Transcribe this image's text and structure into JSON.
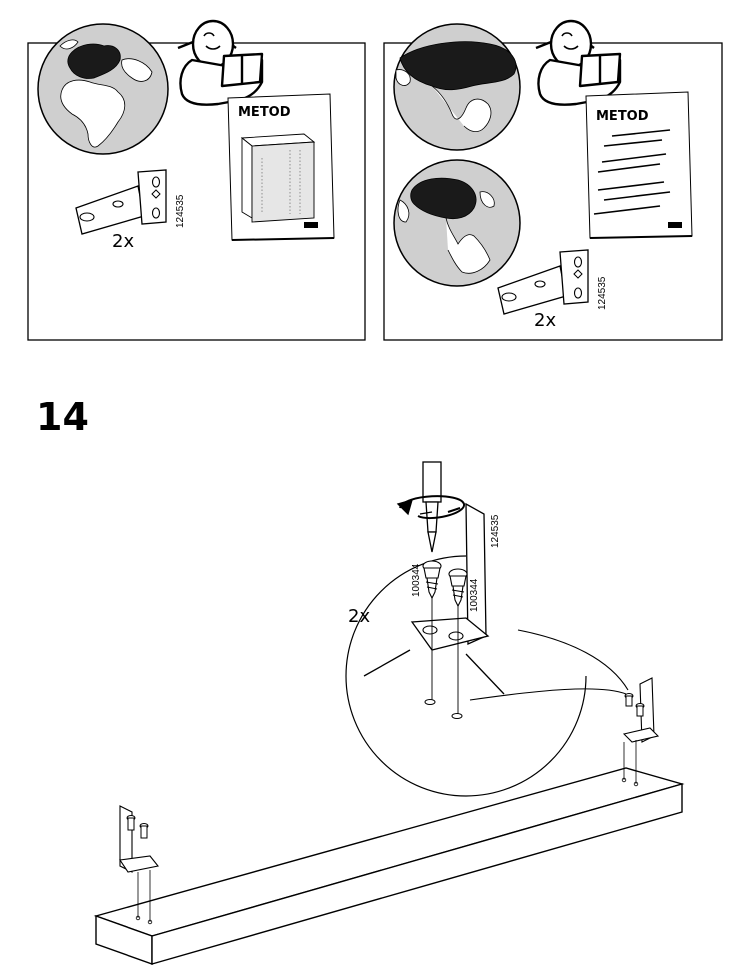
{
  "panels": [
    {
      "manual_title": "METOD",
      "part_number": "124535",
      "quantity": "2x"
    },
    {
      "manual_title": "METOD",
      "part_number": "124535",
      "quantity": "2x"
    }
  ],
  "step": {
    "number": "14",
    "detail_quantity": "2x",
    "screw_part_number_1": "100344",
    "screw_part_number_2": "100344",
    "bracket_part_number": "124535"
  }
}
